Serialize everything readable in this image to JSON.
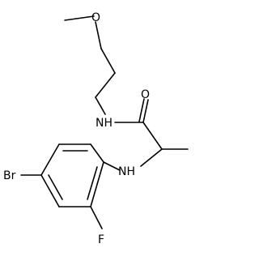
{
  "molecule": {
    "atoms": {
      "o_methoxy": "O",
      "o_carbonyl": "O",
      "n_amide": "NH",
      "n_amine": "NH",
      "br": "Br",
      "f": "F"
    },
    "colors": {
      "bond": "#000000",
      "label": "#000000",
      "background": "#ffffff"
    }
  }
}
